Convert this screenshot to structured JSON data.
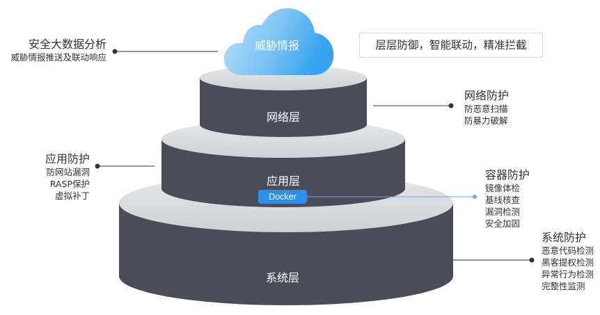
{
  "cloud": {
    "label": "威胁情报"
  },
  "slogan": "层层防御，智能联动，精准拦截",
  "layers": {
    "network": "网络层",
    "application": "应用层",
    "system": "系统层"
  },
  "docker_badge": "Docker",
  "annotations": {
    "security_analysis": {
      "title": "安全大数据分析",
      "items": [
        "威胁情报推送及联动响应"
      ]
    },
    "network_protection": {
      "title": "网络防护",
      "items": [
        "防恶意扫描",
        "防暴力破解"
      ]
    },
    "app_protection": {
      "title": "应用防护",
      "items": [
        "防网站漏洞",
        "RASP保护",
        "虚拟补丁"
      ]
    },
    "container_protection": {
      "title": "容器防护",
      "items": [
        "镜像体检",
        "基线核查",
        "漏洞检测",
        "安全加固"
      ]
    },
    "system_protection": {
      "title": "系统防护",
      "items": [
        "恶意代码检测",
        "黑客提权检测",
        "异常行为检测",
        "完整性监测"
      ]
    }
  },
  "colors": {
    "layer_body": "#4a4d57",
    "layer_top": "#d8d9dc",
    "cloud_start": "#b9ddf6",
    "cloud_end": "#3aa6f0",
    "accent": "#2d8ff0"
  }
}
